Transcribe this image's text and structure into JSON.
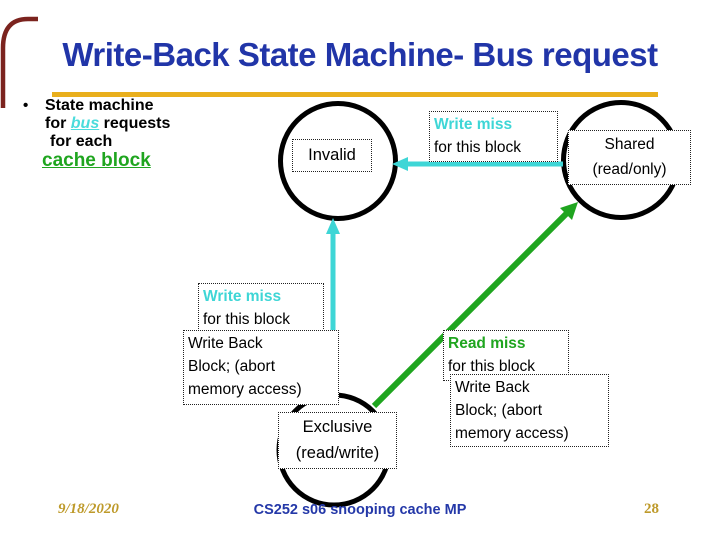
{
  "title": "Write-Back State Machine- Bus request",
  "bullet": {
    "marker": "•",
    "line1": "State machine",
    "line2_pre": "for ",
    "line2_link": "bus",
    "line2_post": " requests",
    "line3": "for each",
    "line4": "cache block"
  },
  "states": {
    "invalid": {
      "label": "Invalid"
    },
    "shared": {
      "line1": "Shared",
      "line2": "(read/only)"
    },
    "exclusive": {
      "line1": "Exclusive",
      "line2": "(read/write)"
    }
  },
  "transitions": {
    "write_miss_top": {
      "head": "Write miss",
      "body": "for this block"
    },
    "write_miss_mid": {
      "head": "Write miss",
      "body": "for this block"
    },
    "write_back_left": {
      "l1": "Write Back",
      "l2": "Block; (abort",
      "l3": "memory access)"
    },
    "read_miss": {
      "head": "Read miss",
      "body": "for this block"
    },
    "write_back_right": {
      "l1": "Write Back",
      "l2": "Block; (abort",
      "l3": "memory access)"
    }
  },
  "footer": {
    "date": "9/18/2020",
    "course": "CS252 s06 snooping cache MP",
    "page": "28"
  },
  "colors": {
    "title_blue": "#2135A8",
    "gold_rule": "#E9AF1C",
    "footer_gold": "#BE9A2A",
    "cyan": "#3ED6D6",
    "green": "#1FA51F",
    "circle_stroke": "#000000",
    "corner_maroon": "#7B231E"
  }
}
